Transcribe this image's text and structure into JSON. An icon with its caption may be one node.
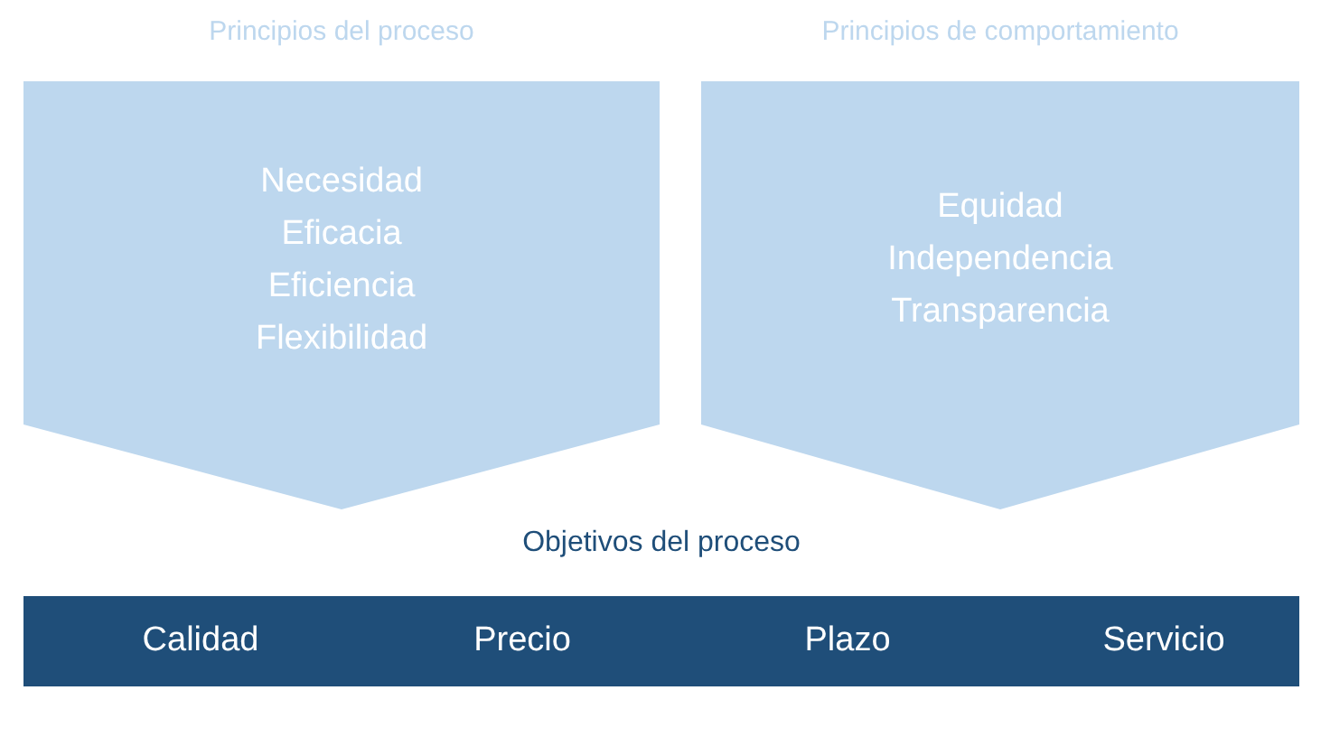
{
  "diagram": {
    "nodes": [
      {
        "text": [
          "Principios del proceso",
          "Necesidad",
          "Eficacia",
          "Eficiencia",
          "Flexibilidad"
        ]
      },
      {
        "text": [
          "Principios de comportamiento",
          "Equidad",
          "Independencia",
          "Transparencia"
        ]
      },
      {
        "text": [
          "Objetivos del proceso",
          "Calidad",
          "Precio",
          "Plazo",
          "Servicio"
        ]
      }
    ]
  }
}
